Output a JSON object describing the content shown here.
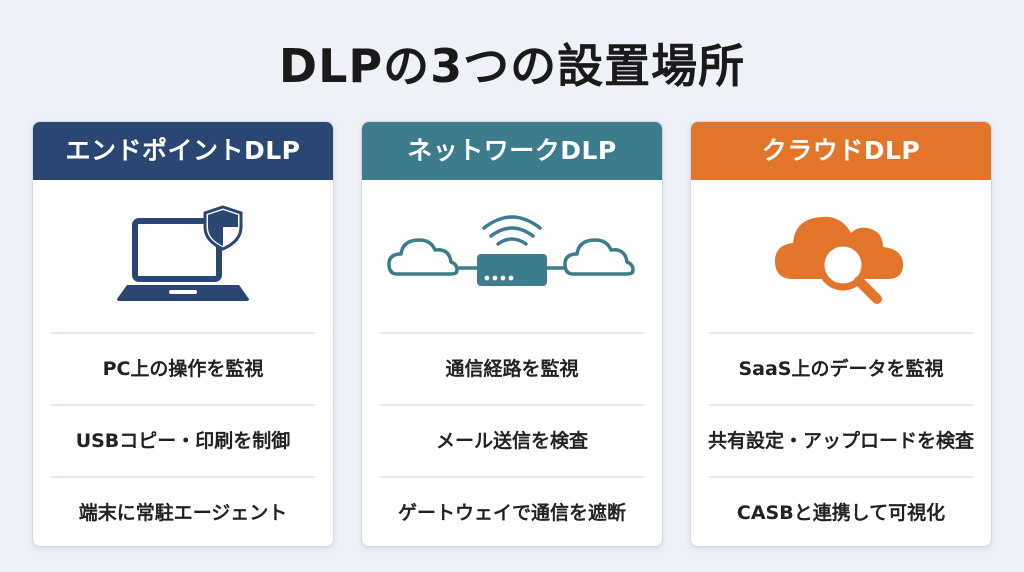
{
  "title": "DLPの3つの設置場所",
  "colors": {
    "endpoint": "#2a4673",
    "network": "#3c7c8c",
    "cloud": "#e3752a"
  },
  "cards": [
    {
      "header": "エンドポイントDLP",
      "icon": "laptop-shield-icon",
      "items": [
        "PC上の操作を監視",
        "USBコピー・印刷を制御",
        "端末に常駐エージェント"
      ]
    },
    {
      "header": "ネットワークDLP",
      "icon": "network-gateway-icon",
      "items": [
        "通信経路を監視",
        "メール送信を検査",
        "ゲートウェイで通信を遮断"
      ]
    },
    {
      "header": "クラウドDLP",
      "icon": "cloud-search-icon",
      "items": [
        "SaaS上のデータを監視",
        "共有設定・アップロードを検査",
        "CASBと連携して可視化"
      ]
    }
  ]
}
